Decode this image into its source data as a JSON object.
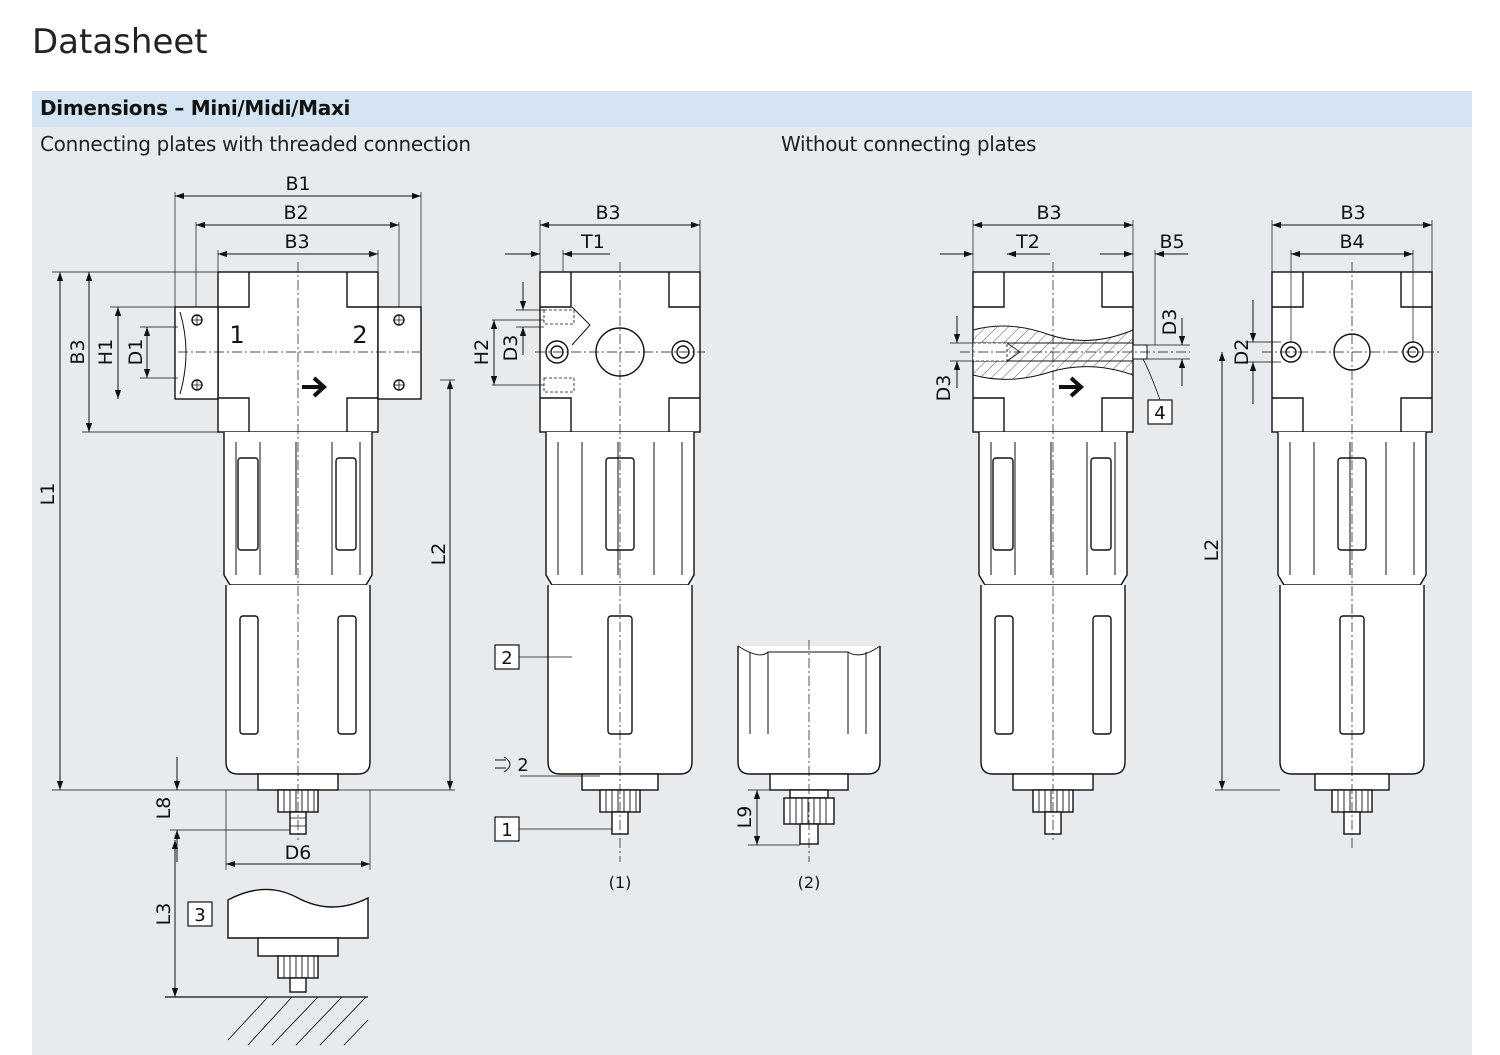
{
  "page": {
    "title": "Datasheet"
  },
  "panel": {
    "header": "Dimensions – Mini/Midi/Maxi",
    "left_subtitle": "Connecting plates with threaded connection",
    "right_subtitle": "Without connecting plates"
  },
  "labels": {
    "B1": "B1",
    "B2": "B2",
    "B3": "B3",
    "B4": "B4",
    "B5": "B5",
    "T1": "T1",
    "T2": "T2",
    "H1": "H1",
    "H2": "H2",
    "D1": "D1",
    "D2": "D2",
    "D3": "D3",
    "D6": "D6",
    "L1": "L1",
    "L2": "L2",
    "L3": "L3",
    "L8": "L8",
    "L9": "L9",
    "port1": "1",
    "port2": "2",
    "wrench": "2",
    "variant1": "(1)",
    "variant2": "(2)"
  },
  "callouts": {
    "c1": "1",
    "c2": "2",
    "c3": "3",
    "c4": "4"
  },
  "colors": {
    "panel": "#e8ebee",
    "header": "#d4e4f3",
    "line": "#111111"
  }
}
